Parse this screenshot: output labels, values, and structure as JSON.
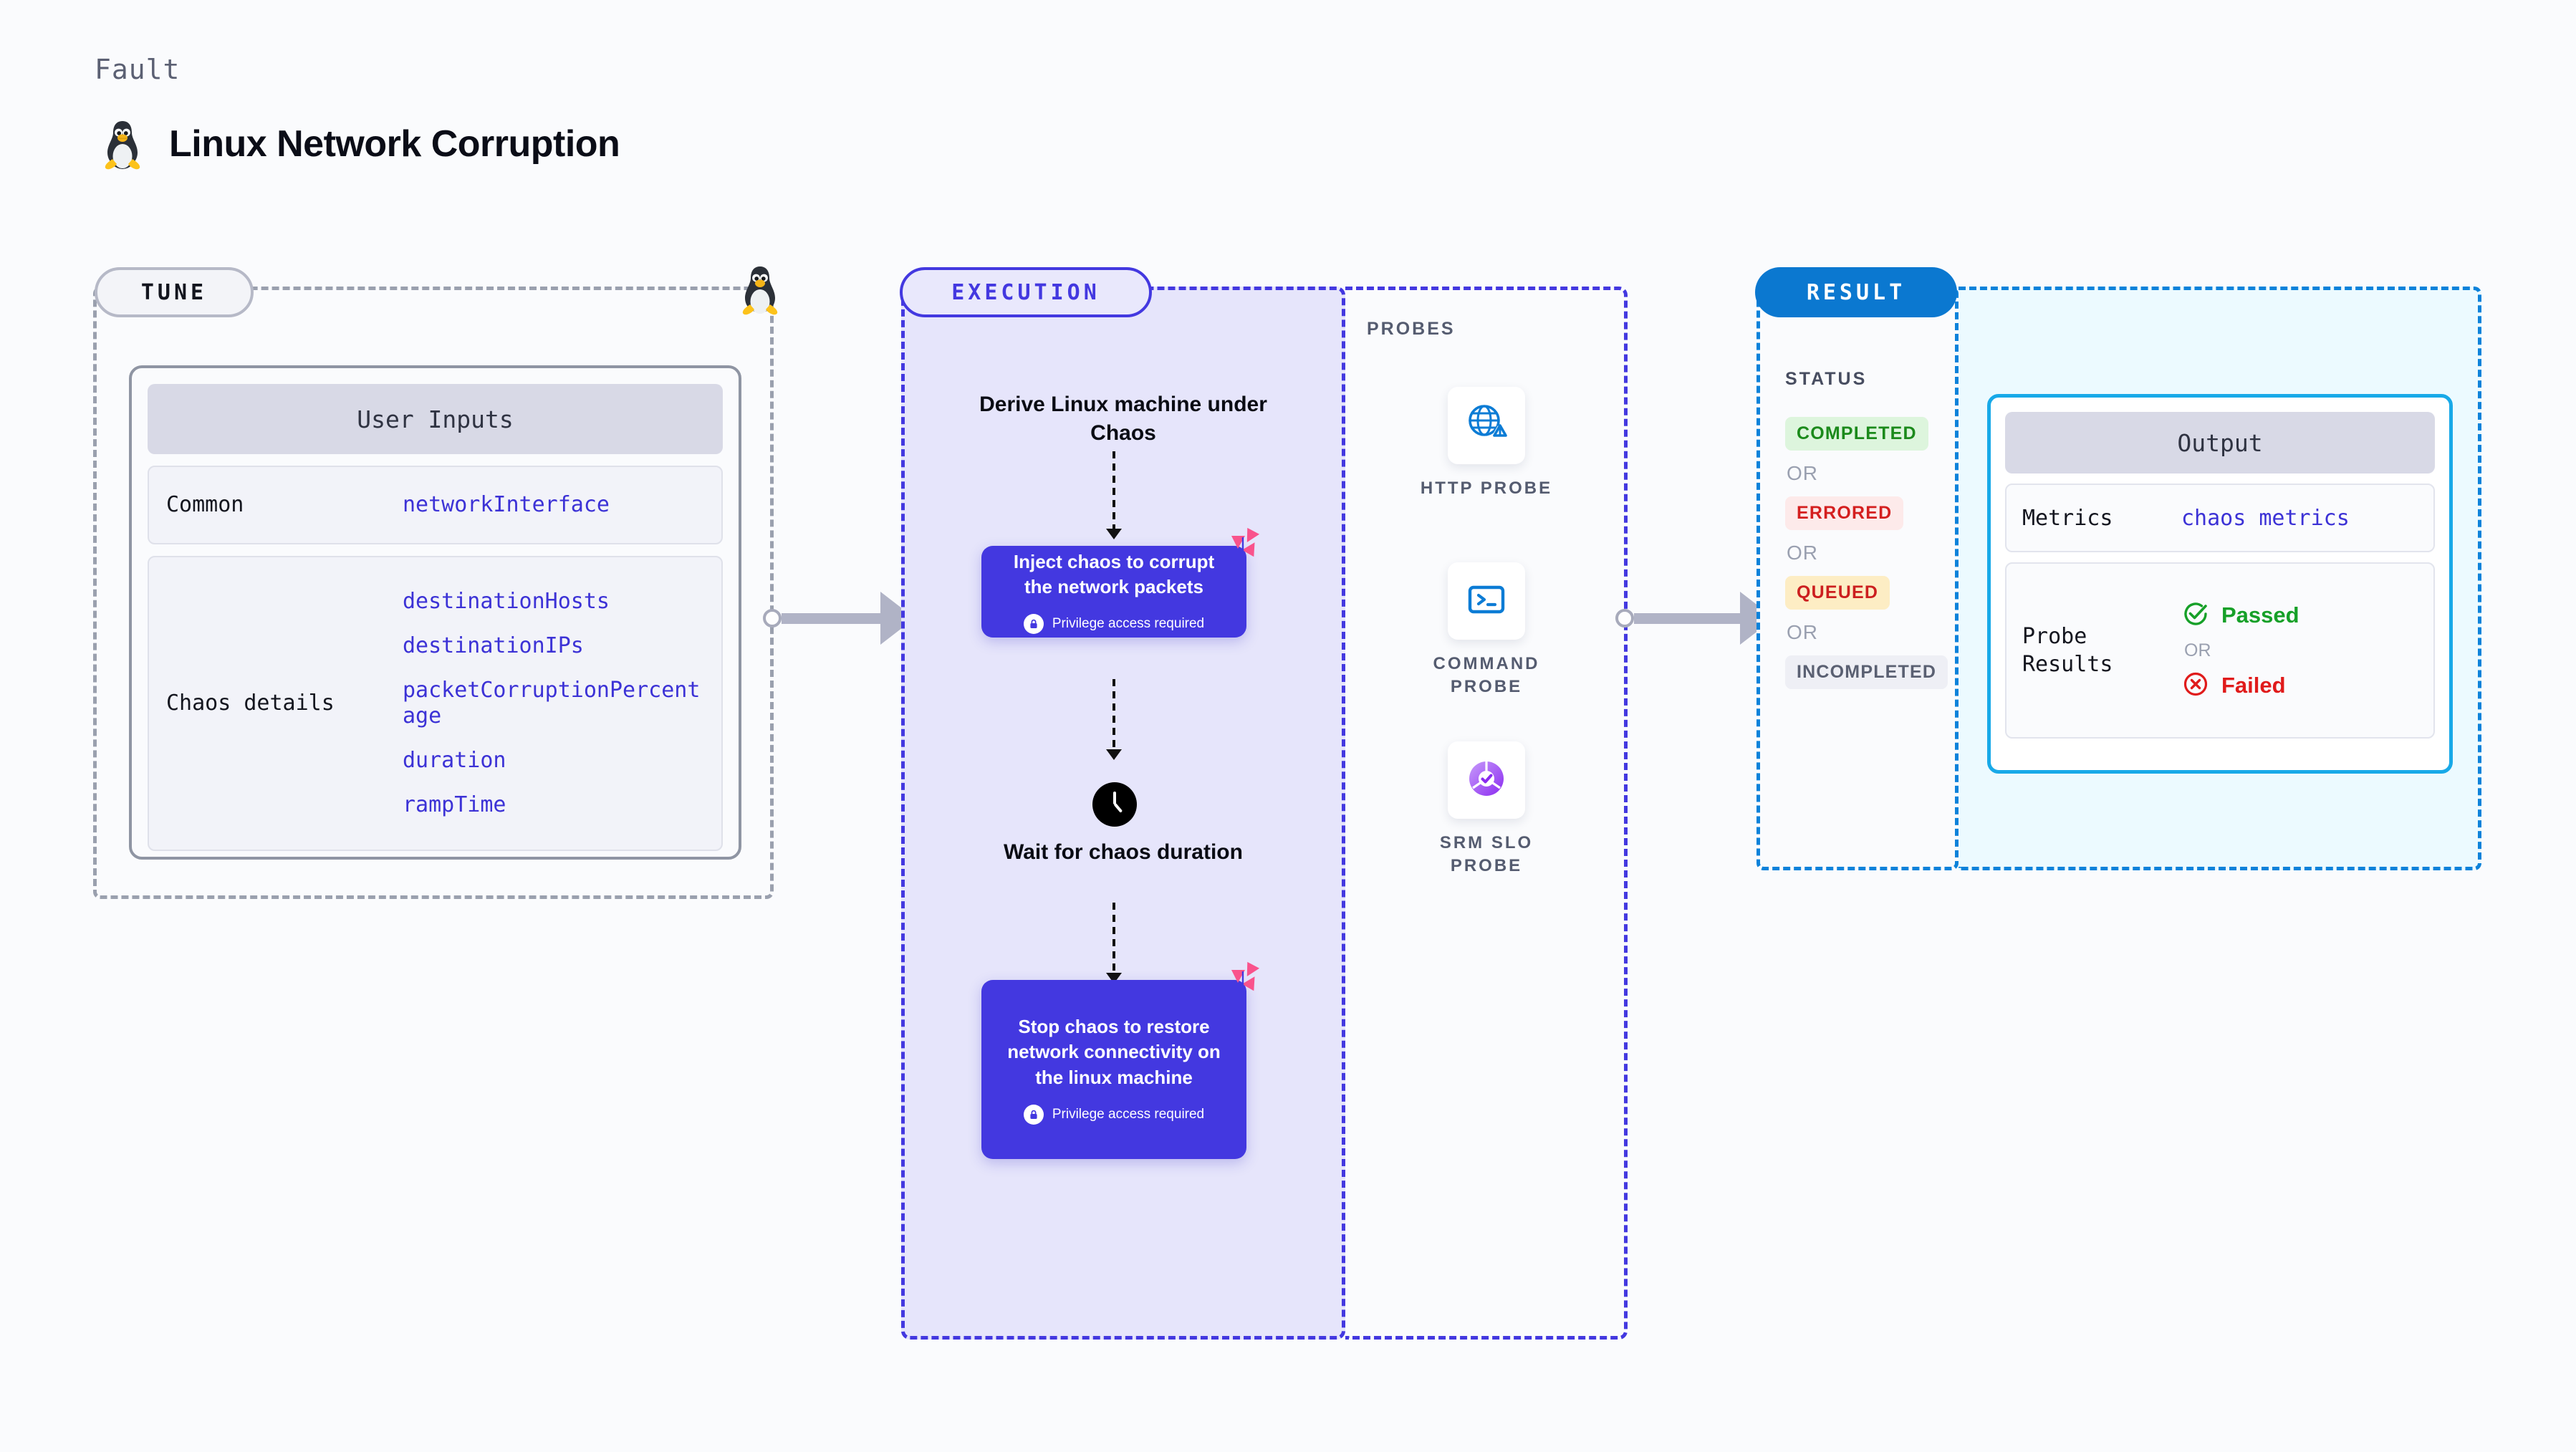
{
  "header": {
    "eyebrow": "Fault",
    "title": "Linux Network Corruption",
    "icon": "linux-penguin-icon"
  },
  "tune": {
    "badge": "TUNE",
    "panel_title": "User Inputs",
    "rows": [
      {
        "key": "Common",
        "values": [
          "networkInterface"
        ]
      },
      {
        "key": "Chaos details",
        "values": [
          "destinationHosts",
          "destinationIPs",
          "packetCorruptionPercentage",
          "duration",
          "rampTime"
        ]
      }
    ]
  },
  "execution": {
    "badge": "EXECUTION",
    "steps": [
      {
        "type": "title",
        "text": "Derive Linux machine under Chaos"
      },
      {
        "type": "card",
        "text": "Inject chaos to corrupt the network packets",
        "privilege": "Privilege access required"
      },
      {
        "type": "title",
        "text": "Wait for chaos duration",
        "icon": "clock-icon"
      },
      {
        "type": "card",
        "text": "Stop chaos to restore network connectivity on the linux machine",
        "privilege": "Privilege access required"
      }
    ]
  },
  "probes": {
    "label": "PROBES",
    "items": [
      {
        "caption": "HTTP PROBE",
        "icon": "globe-warning-icon"
      },
      {
        "caption": "COMMAND PROBE",
        "icon": "terminal-icon"
      },
      {
        "caption": "SRM SLO PROBE",
        "icon": "slo-donut-check-icon"
      }
    ]
  },
  "result": {
    "badge": "RESULT",
    "status_label": "STATUS",
    "or_label": "OR",
    "statuses": [
      {
        "label": "COMPLETED",
        "bg": "#ddf5dd",
        "fg": "#1b8a1b"
      },
      {
        "label": "ERRORED",
        "bg": "#fdeaea",
        "fg": "#d41f1f"
      },
      {
        "label": "QUEUED",
        "bg": "#fdedc4",
        "fg": "#cc1f1f"
      },
      {
        "label": "INCOMPLETED",
        "bg": "#eeeff5",
        "fg": "#5a6072"
      }
    ]
  },
  "output": {
    "panel_title": "Output",
    "metrics_key": "Metrics",
    "metrics_value": "chaos metrics",
    "probe_results_key": "Probe Results",
    "or_label": "OR",
    "passed": {
      "label": "Passed",
      "color": "#16a028",
      "icon": "check-circle-icon"
    },
    "failed": {
      "label": "Failed",
      "color": "#e01b1b",
      "icon": "x-circle-icon"
    }
  },
  "colors": {
    "page_bg": "#fafbfd",
    "brand_indigo": "#4338e0",
    "probe_blue": "#0c7cd5",
    "result_blue": "#0b78d0",
    "output_cyan": "#18a9e8",
    "litmus_pink": "#f9538c"
  }
}
